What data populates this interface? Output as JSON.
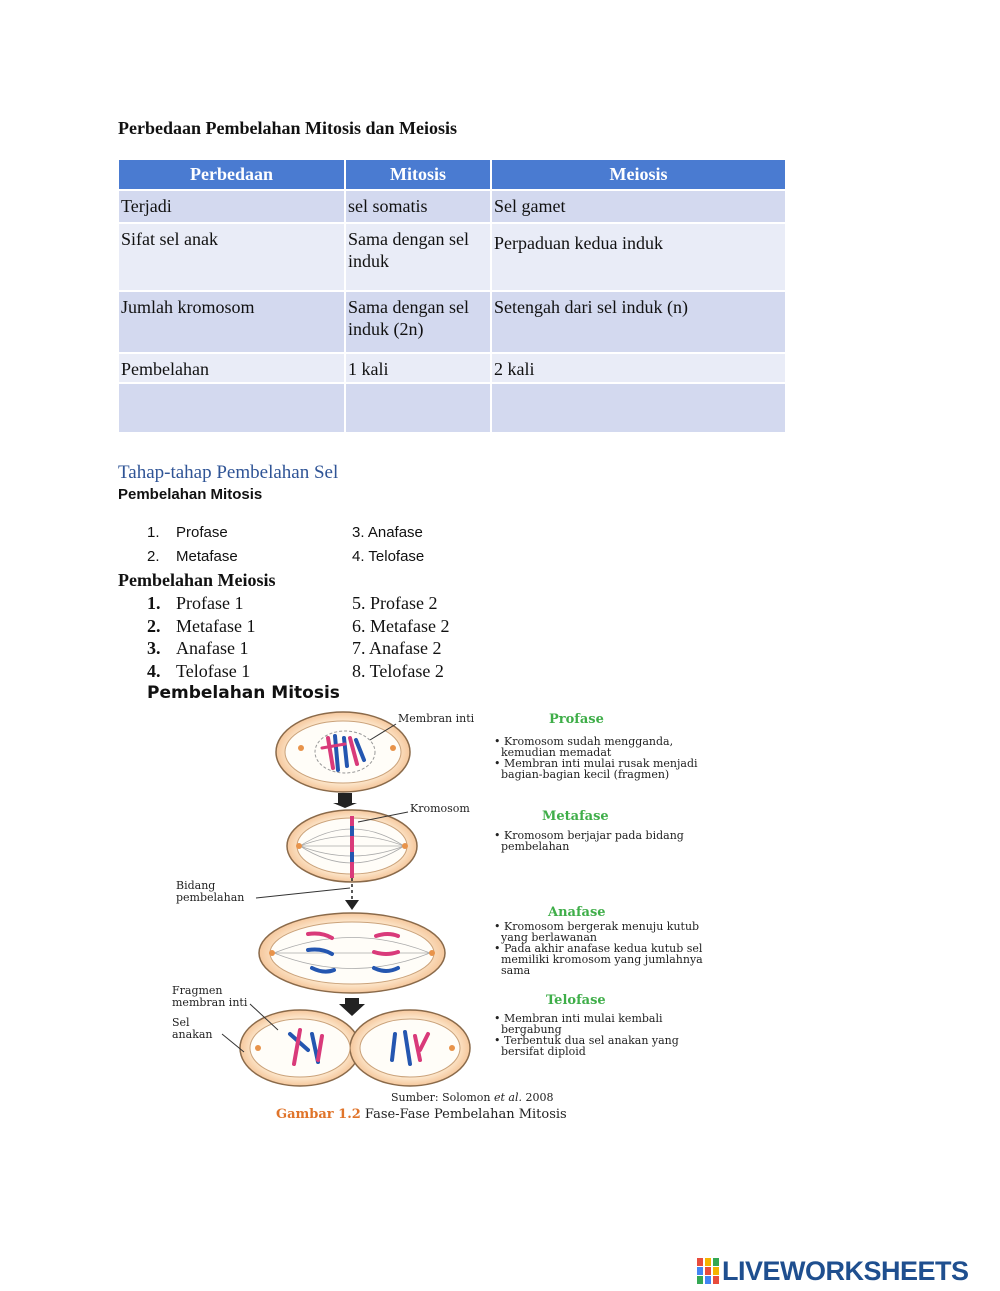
{
  "title": "Perbedaan Pembelahan Mitosis dan Meiosis",
  "table": {
    "headers": [
      "Perbedaan",
      "Mitosis",
      "Meiosis"
    ],
    "rows": [
      [
        "Terjadi",
        "sel somatis",
        "Sel gamet"
      ],
      [
        "Sifat sel anak",
        "Sama dengan sel induk",
        "Perpaduan kedua induk"
      ],
      [
        "Jumlah kromosom",
        "Sama dengan sel induk (2n)",
        "Setengah dari sel induk (n)"
      ],
      [
        "Pembelahan",
        "1 kali",
        "2 kali"
      ],
      [
        "",
        "",
        ""
      ]
    ]
  },
  "section_title": "Tahap-tahap Pembelahan Sel",
  "mitosis_heading": "Pembelahan Mitosis",
  "mitosis_list": {
    "col1": [
      {
        "num": "1.",
        "text": "Profase"
      },
      {
        "num": "2.",
        "text": "Metafase"
      }
    ],
    "col2": [
      "3. Anafase",
      "4. Telofase"
    ]
  },
  "meiosis_heading": "Pembelahan Meiosis",
  "meiosis_list": {
    "col1": [
      {
        "num": "1.",
        "text": "Profase 1"
      },
      {
        "num": "2.",
        "text": "Metafase 1"
      },
      {
        "num": "3.",
        "text": "Anafase 1"
      },
      {
        "num": "4.",
        "text": "Telofase 1"
      }
    ],
    "col2": [
      "5. Profase 2",
      "6. Metafase 2",
      "7. Anafase 2",
      "8. Telofase 2"
    ]
  },
  "figure": {
    "heading": "Pembelahan Mitosis",
    "labels": {
      "membran_inti": "Membran inti",
      "kromosom": "Kromosom",
      "bidang_1": "Bidang",
      "bidang_2": "pembelahan",
      "fragmen_1": "Fragmen",
      "fragmen_2": "membran inti",
      "sel_1": "Sel",
      "sel_2": "anakan"
    },
    "phases": [
      {
        "name": "Profase",
        "lines": [
          "• Kromosom sudah mengganda,",
          "  kemudian memadat",
          "• Membran inti mulai rusak menjadi",
          "  bagian-bagian kecil (fragmen)"
        ]
      },
      {
        "name": "Metafase",
        "lines": [
          "• Kromosom berjajar pada bidang",
          "  pembelahan"
        ]
      },
      {
        "name": "Anafase",
        "lines": [
          "• Kromosom bergerak menuju kutub",
          "  yang berlawanan",
          "• Pada akhir anafase kedua kutub sel",
          "  memiliki kromosom yang jumlahnya",
          "  sama"
        ]
      },
      {
        "name": "Telofase",
        "lines": [
          "• Membran inti mulai kembali",
          "  bergabung",
          "• Terbentuk dua sel anakan yang",
          "  bersifat diploid"
        ]
      }
    ],
    "source_prefix": "Sumber: Solomon ",
    "source_italic": "et al.",
    "source_suffix": " 2008",
    "caption_label": "Gambar 1.2",
    "caption_text": " Fase-Fase Pembelahan Mitosis"
  },
  "colors": {
    "header_blue": "#4a7bd1",
    "row_blue": "#d3d9ef",
    "phase_green": "#3fae49",
    "caption_orange": "#e0742a",
    "chromosome_blue": "#2456b0",
    "chromosome_pink": "#d93a7a"
  },
  "brand": "LIVEWORKSHEETS"
}
